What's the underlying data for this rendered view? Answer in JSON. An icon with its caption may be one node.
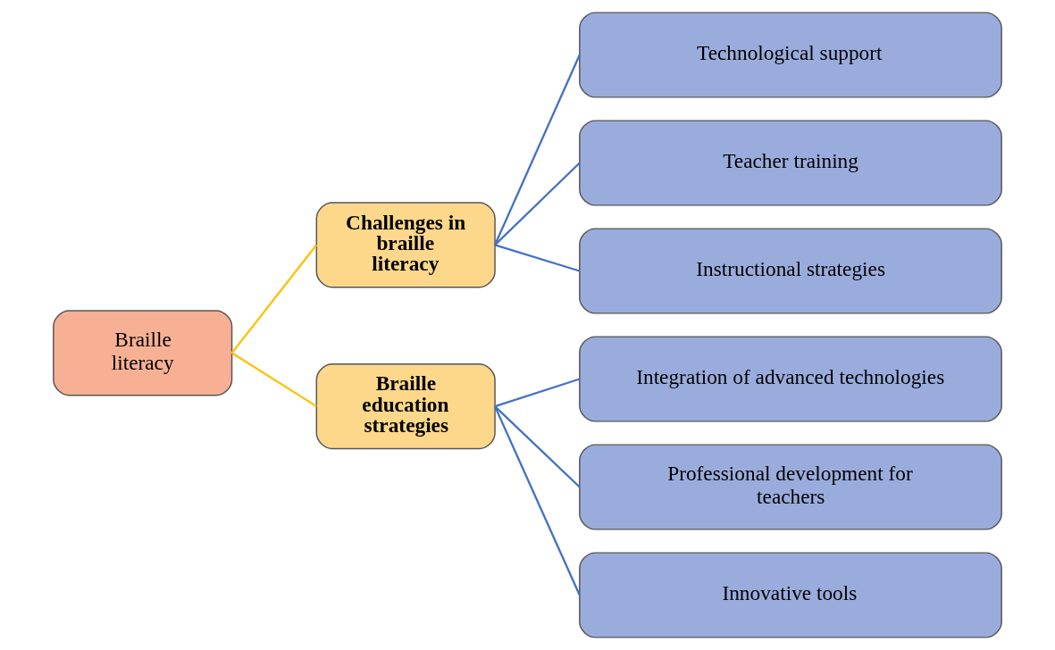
{
  "diagram": {
    "nodes": [
      {
        "text": [
          "Braille literacy"
        ]
      },
      {
        "text": [
          "Challenges in braille literacy"
        ]
      },
      {
        "text": [
          "Braille education strategies"
        ]
      },
      {
        "text": [
          "Technological support"
        ]
      },
      {
        "text": [
          "Teacher training"
        ]
      },
      {
        "text": [
          "Instructional strategies"
        ]
      },
      {
        "text": [
          "Integration of advanced technologies"
        ]
      },
      {
        "text": [
          "Professional development for teachers"
        ]
      },
      {
        "text": [
          "Innovative tools"
        ]
      }
    ],
    "edges": [
      {
        "from": 0,
        "to": 1,
        "arrow": "none",
        "color": "#ffc000"
      },
      {
        "from": 0,
        "to": 2,
        "arrow": "none",
        "color": "#ffc000"
      },
      {
        "from": 1,
        "to": 3,
        "arrow": "none"
      },
      {
        "from": 1,
        "to": 4,
        "arrow": "none"
      },
      {
        "from": 1,
        "to": 5,
        "arrow": "none"
      },
      {
        "from": 2,
        "to": 6,
        "arrow": "none"
      },
      {
        "from": 2,
        "to": 7,
        "arrow": "none"
      },
      {
        "from": 2,
        "to": 8,
        "arrow": "none"
      }
    ]
  }
}
